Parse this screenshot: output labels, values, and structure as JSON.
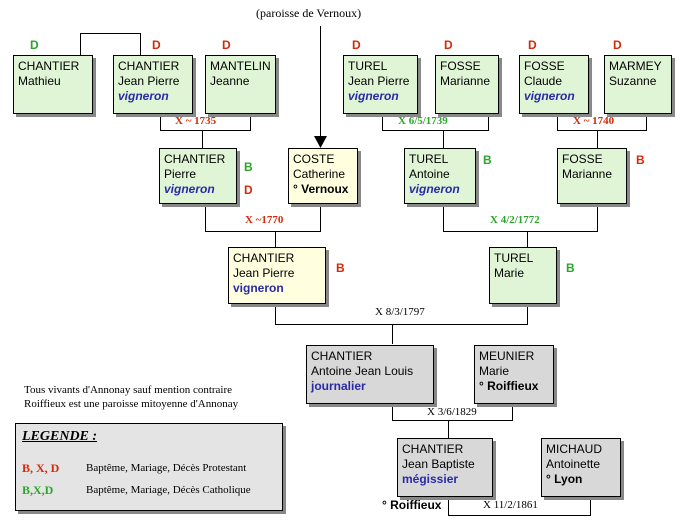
{
  "note_top": "(paroisse de Vernoux)",
  "people": {
    "p1": {
      "surname": "CHANTIER",
      "given": "Mathieu",
      "occ": "",
      "place": "",
      "tag": "D"
    },
    "p2": {
      "surname": "CHANTIER",
      "given": "Jean Pierre",
      "occ": "vigneron",
      "place": "",
      "tag": "D"
    },
    "p3": {
      "surname": "MANTELIN",
      "given": "Jeanne",
      "occ": "",
      "place": "",
      "tag": "D"
    },
    "p4": {
      "surname": "TUREL",
      "given": "Jean Pierre",
      "occ": "vigneron",
      "place": "",
      "tag": "D"
    },
    "p5": {
      "surname": "FOSSE",
      "given": "Marianne",
      "occ": "",
      "place": "",
      "tag": "D"
    },
    "p6": {
      "surname": "FOSSE",
      "given": "Claude",
      "occ": "vigneron",
      "place": "",
      "tag": "D"
    },
    "p7": {
      "surname": "MARMEY",
      "given": "Suzanne",
      "occ": "",
      "place": "",
      "tag": "D"
    },
    "p8": {
      "surname": "CHANTIER",
      "given": "Pierre",
      "occ": "vigneron",
      "place": "",
      "tag": "B",
      "tag2": "D"
    },
    "p9": {
      "surname": "COSTE",
      "given": "Catherine",
      "occ": "",
      "place": "° Vernoux",
      "tag": ""
    },
    "p10": {
      "surname": "TUREL",
      "given": "Antoine",
      "occ": "vigneron",
      "place": "",
      "tag": "B"
    },
    "p11": {
      "surname": "FOSSE",
      "given": "Marianne",
      "occ": "",
      "place": "",
      "tag": "B"
    },
    "p12": {
      "surname": "CHANTIER",
      "given": "Jean Pierre",
      "occ": "vigneron",
      "place": "",
      "tag": "B"
    },
    "p13": {
      "surname": "TUREL",
      "given": "Marie",
      "occ": "",
      "place": "",
      "tag": "B"
    },
    "p14": {
      "surname": "CHANTIER",
      "given": "Antoine Jean Louis",
      "occ": "journalier",
      "place": ""
    },
    "p15": {
      "surname": "MEUNIER",
      "given": "Marie",
      "occ": "",
      "place": "° Roiffieux"
    },
    "p16": {
      "surname": "CHANTIER",
      "given": "Jean Baptiste",
      "occ": "mégissier",
      "place": ""
    },
    "p17": {
      "surname": "MICHAUD",
      "given": "Antoinette",
      "occ": "",
      "place": "° Lyon"
    }
  },
  "marriages": {
    "m1": "X ~ 1735",
    "m2": "X 6/5/1739",
    "m3": "X ~ 1740",
    "m4": "X ~1770",
    "m5": "X 4/2/1772",
    "m6": "X 8/3/1797",
    "m7": "X 3/6/1829",
    "m8": "X 11/2/1861"
  },
  "bottom_place": "° Roiffieux",
  "notes": {
    "line1": "Tous vivants d'Annonay sauf mention contraire",
    "line2": "Roiffieux est une paroisse mitoyenne d'Annonay"
  },
  "legend": {
    "title": "LEGENDE :",
    "protestant_key": "B, X, D",
    "protestant_text": "Baptême, Mariage, Décès Protestant",
    "catholic_key": "B,X,D",
    "catholic_text": "Baptême, Mariage, Décès Catholique"
  },
  "colors": {
    "protestant": "#d42a0a",
    "catholic": "#2aa62a",
    "occupation": "#2a2aa6"
  }
}
